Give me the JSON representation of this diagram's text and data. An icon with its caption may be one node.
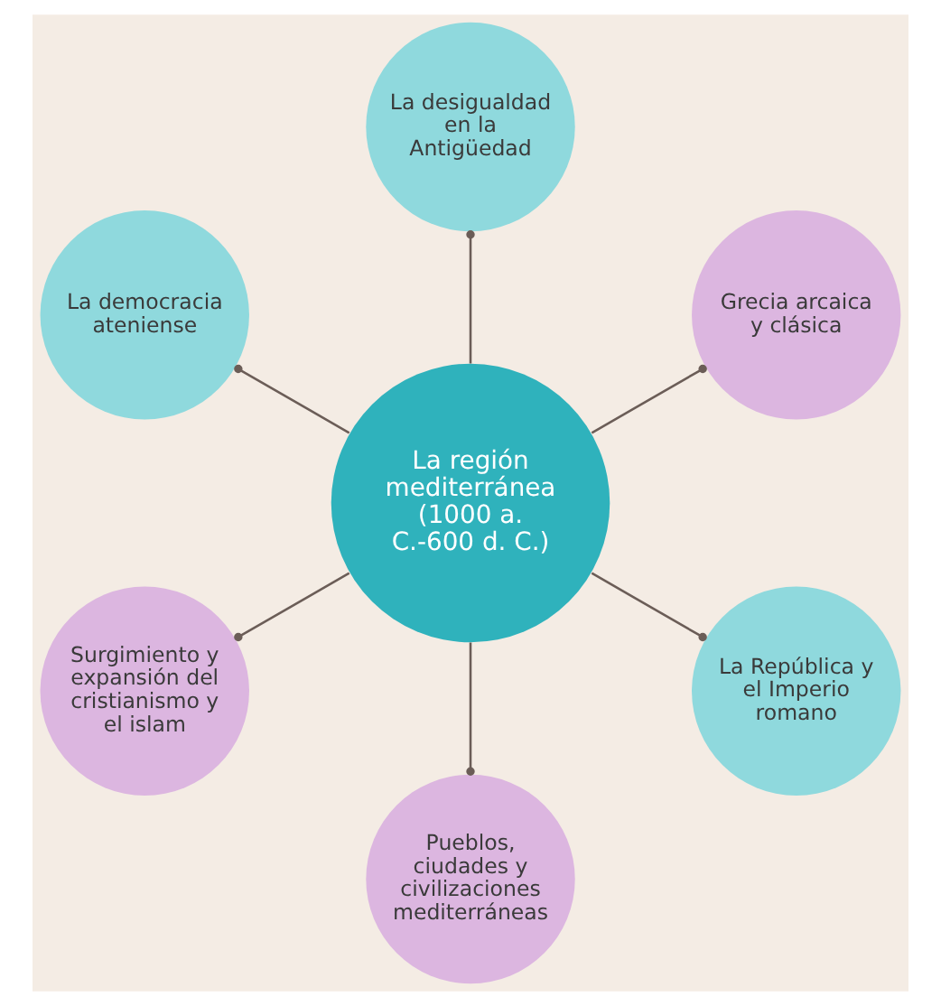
{
  "diagram": {
    "nodes": [
      {
        "text": [
          "Grecia arcaica y clásica"
        ]
      },
      {
        "text": [
          "La desigualdad en la Antigüedad"
        ]
      },
      {
        "text": [
          "La democracia ateniense"
        ]
      },
      {
        "text": [
          "La región mediterránea (1000 a. C.-600 d. C.)"
        ]
      },
      {
        "text": [
          "Surgimiento y expansión del cristianismo y el islam"
        ]
      },
      {
        "text": [
          "Pueblos, ciudades y civilizaciones mediterráneas"
        ]
      },
      {
        "text": [
          "La República y el Imperio romano"
        ]
      }
    ],
    "edges": [
      {
        "from": 3,
        "to": 0,
        "arrow": "other"
      },
      {
        "from": 3,
        "to": 2,
        "arrow": "other"
      },
      {
        "from": 3,
        "to": 5,
        "arrow": "other"
      },
      {
        "from": 3,
        "to": 6,
        "arrow": "other"
      },
      {
        "from": 3,
        "to": 4,
        "arrow": "other"
      },
      {
        "from": 3,
        "to": 1,
        "arrow": "other"
      }
    ]
  }
}
